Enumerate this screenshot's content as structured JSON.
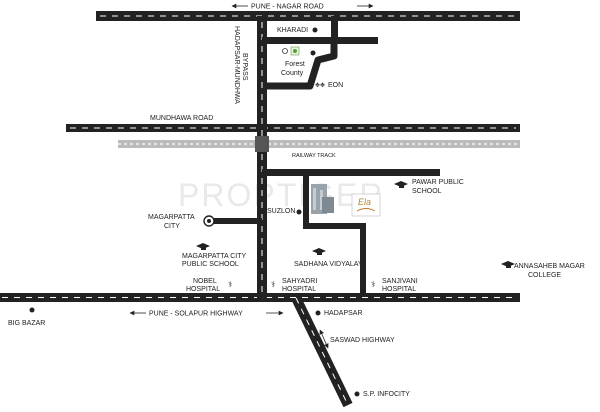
{
  "watermark": "PROPTIGER",
  "roads": {
    "pune_nagar": "PUNE - NAGAR ROAD",
    "bypass_line1": "HADAPSAR-MUNDHWA",
    "bypass_line2": "BYPASS",
    "mundhawa": "MUNDHAWA ROAD",
    "railway": "RAILWAY TRACK",
    "pune_solapur": "PUNE - SOLAPUR HIGHWAY",
    "saswad": "SASWAD HIGHWAY"
  },
  "places": {
    "kharadi": "KHARADI",
    "forest_county_1": "Forest",
    "forest_county_2": "County",
    "eon": "EON",
    "magarpatta_1": "MAGARPATTA",
    "magarpatta_2": "CITY",
    "suzlon": "SUZLON",
    "pawar_1": "PAWAR PUBLIC",
    "pawar_2": "SCHOOL",
    "magarpatta_school_1": "MAGARPATTA CITY",
    "magarpatta_school_2": "PUBLIC SCHOOL",
    "sadhana": "SADHANA VIDYALAY",
    "annasaheb_1": "ANNASAHEB MAGAR",
    "annasaheb_2": "COLLEGE",
    "nobel_1": "NOBEL",
    "nobel_2": "HOSPITAL",
    "sahyadri_1": "SAHYADRI",
    "sahyadri_2": "HOSPITAL",
    "sanjivani_1": "SANJIVANI",
    "sanjivani_2": "HOSPITAL",
    "big_bazar": "BIG BAZAR",
    "hadapsar": "HADAPSAR",
    "sp_infocity": "S.P. INFOCITY"
  },
  "project_logo": "Ela",
  "colors": {
    "road": "#222222",
    "rail": "#aaaaaa",
    "watermark": "#e9e9e9"
  },
  "icons": [
    "school-icon",
    "hospital-icon",
    "location-dot-icon",
    "target-marker-icon",
    "forest-county-logo-icon",
    "eon-logo-icon",
    "project-logo-icon"
  ]
}
